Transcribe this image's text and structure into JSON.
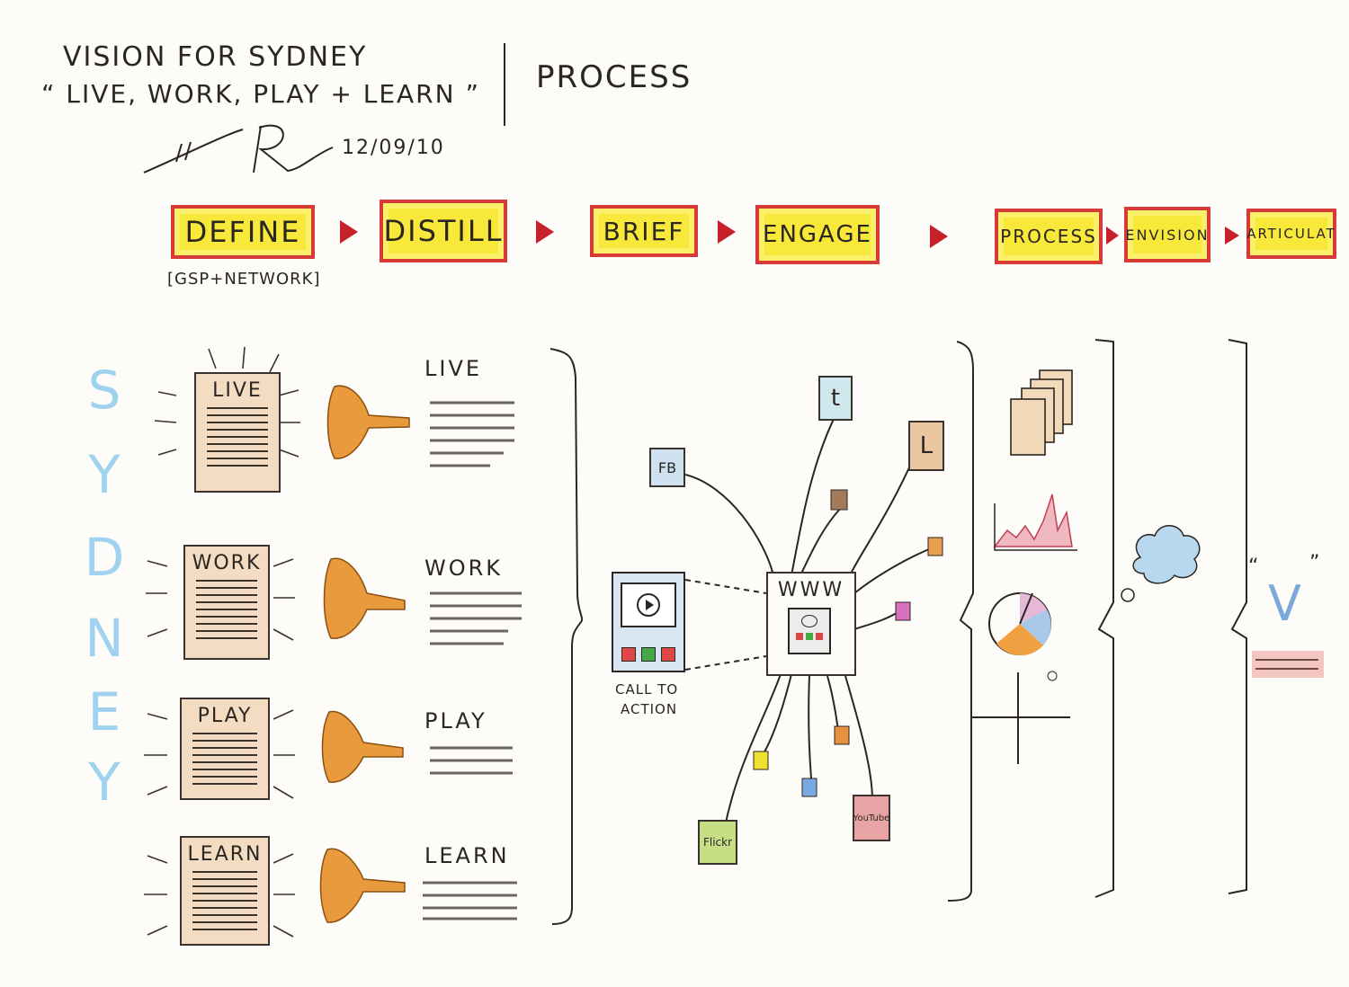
{
  "header": {
    "title_line1": "VISION FOR SYDNEY",
    "title_line2": "“ LIVE, WORK, PLAY + LEARN ”",
    "date": "12/09/10",
    "section": "PROCESS"
  },
  "stages": [
    {
      "label": "DEFINE",
      "color": "#f8e83a"
    },
    {
      "label": "DISTILL",
      "color": "#f8e83a"
    },
    {
      "label": "BRIEF",
      "color": "#f8e83a"
    },
    {
      "label": "ENGAGE",
      "color": "#f8e83a"
    },
    {
      "label": "PROCESS",
      "color": "#f8e83a"
    },
    {
      "label": "ENVISION",
      "color": "#f8e83a"
    },
    {
      "label": "ARTICULAT",
      "color": "#f8e83a"
    }
  ],
  "define_note": "[GSP+NETWORK]",
  "city_letters": [
    "S",
    "Y",
    "D",
    "N",
    "E",
    "Y"
  ],
  "themes": [
    {
      "doc_label": "LIVE",
      "distilled_label": "LIVE"
    },
    {
      "doc_label": "WORK",
      "distilled_label": "WORK"
    },
    {
      "doc_label": "PLAY",
      "distilled_label": "PLAY"
    },
    {
      "doc_label": "LEARN",
      "distilled_label": "LEARN"
    }
  ],
  "engage": {
    "hub": "WWW",
    "call_to_action": [
      "CALL TO",
      "ACTION"
    ],
    "channels": [
      {
        "label": "FB",
        "color": "#cfe0ee"
      },
      {
        "label": "t",
        "color": "#cfe8ee"
      },
      {
        "label": "L",
        "color": "#eac7a0"
      },
      {
        "label": "Flickr",
        "color": "#c6de84"
      },
      {
        "label": "YouTube",
        "color": "#e8a4a4"
      }
    ]
  },
  "envision_quote": "V",
  "colors": {
    "stage_border": "#d83a38",
    "arrow": "#c8202a",
    "funnel": "#e89a3c",
    "sydney": "#9fd2ee"
  }
}
